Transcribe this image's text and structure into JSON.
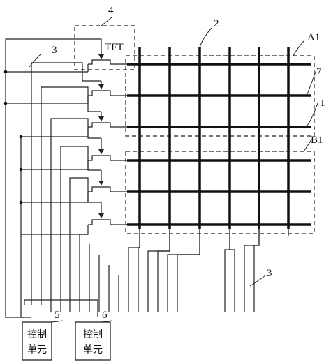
{
  "labels": {
    "n1": "1",
    "n2": "2",
    "n3_top": "3",
    "n3_bottom": "3",
    "n4": "4",
    "n5": "5",
    "n6": "6",
    "n7": "7",
    "a1": "A1",
    "b1": "B1",
    "tft": "TFT"
  },
  "control_unit_1": {
    "line1": "控制",
    "line2": "单元"
  },
  "control_unit_2": {
    "line1": "控制",
    "line2": "单元"
  }
}
